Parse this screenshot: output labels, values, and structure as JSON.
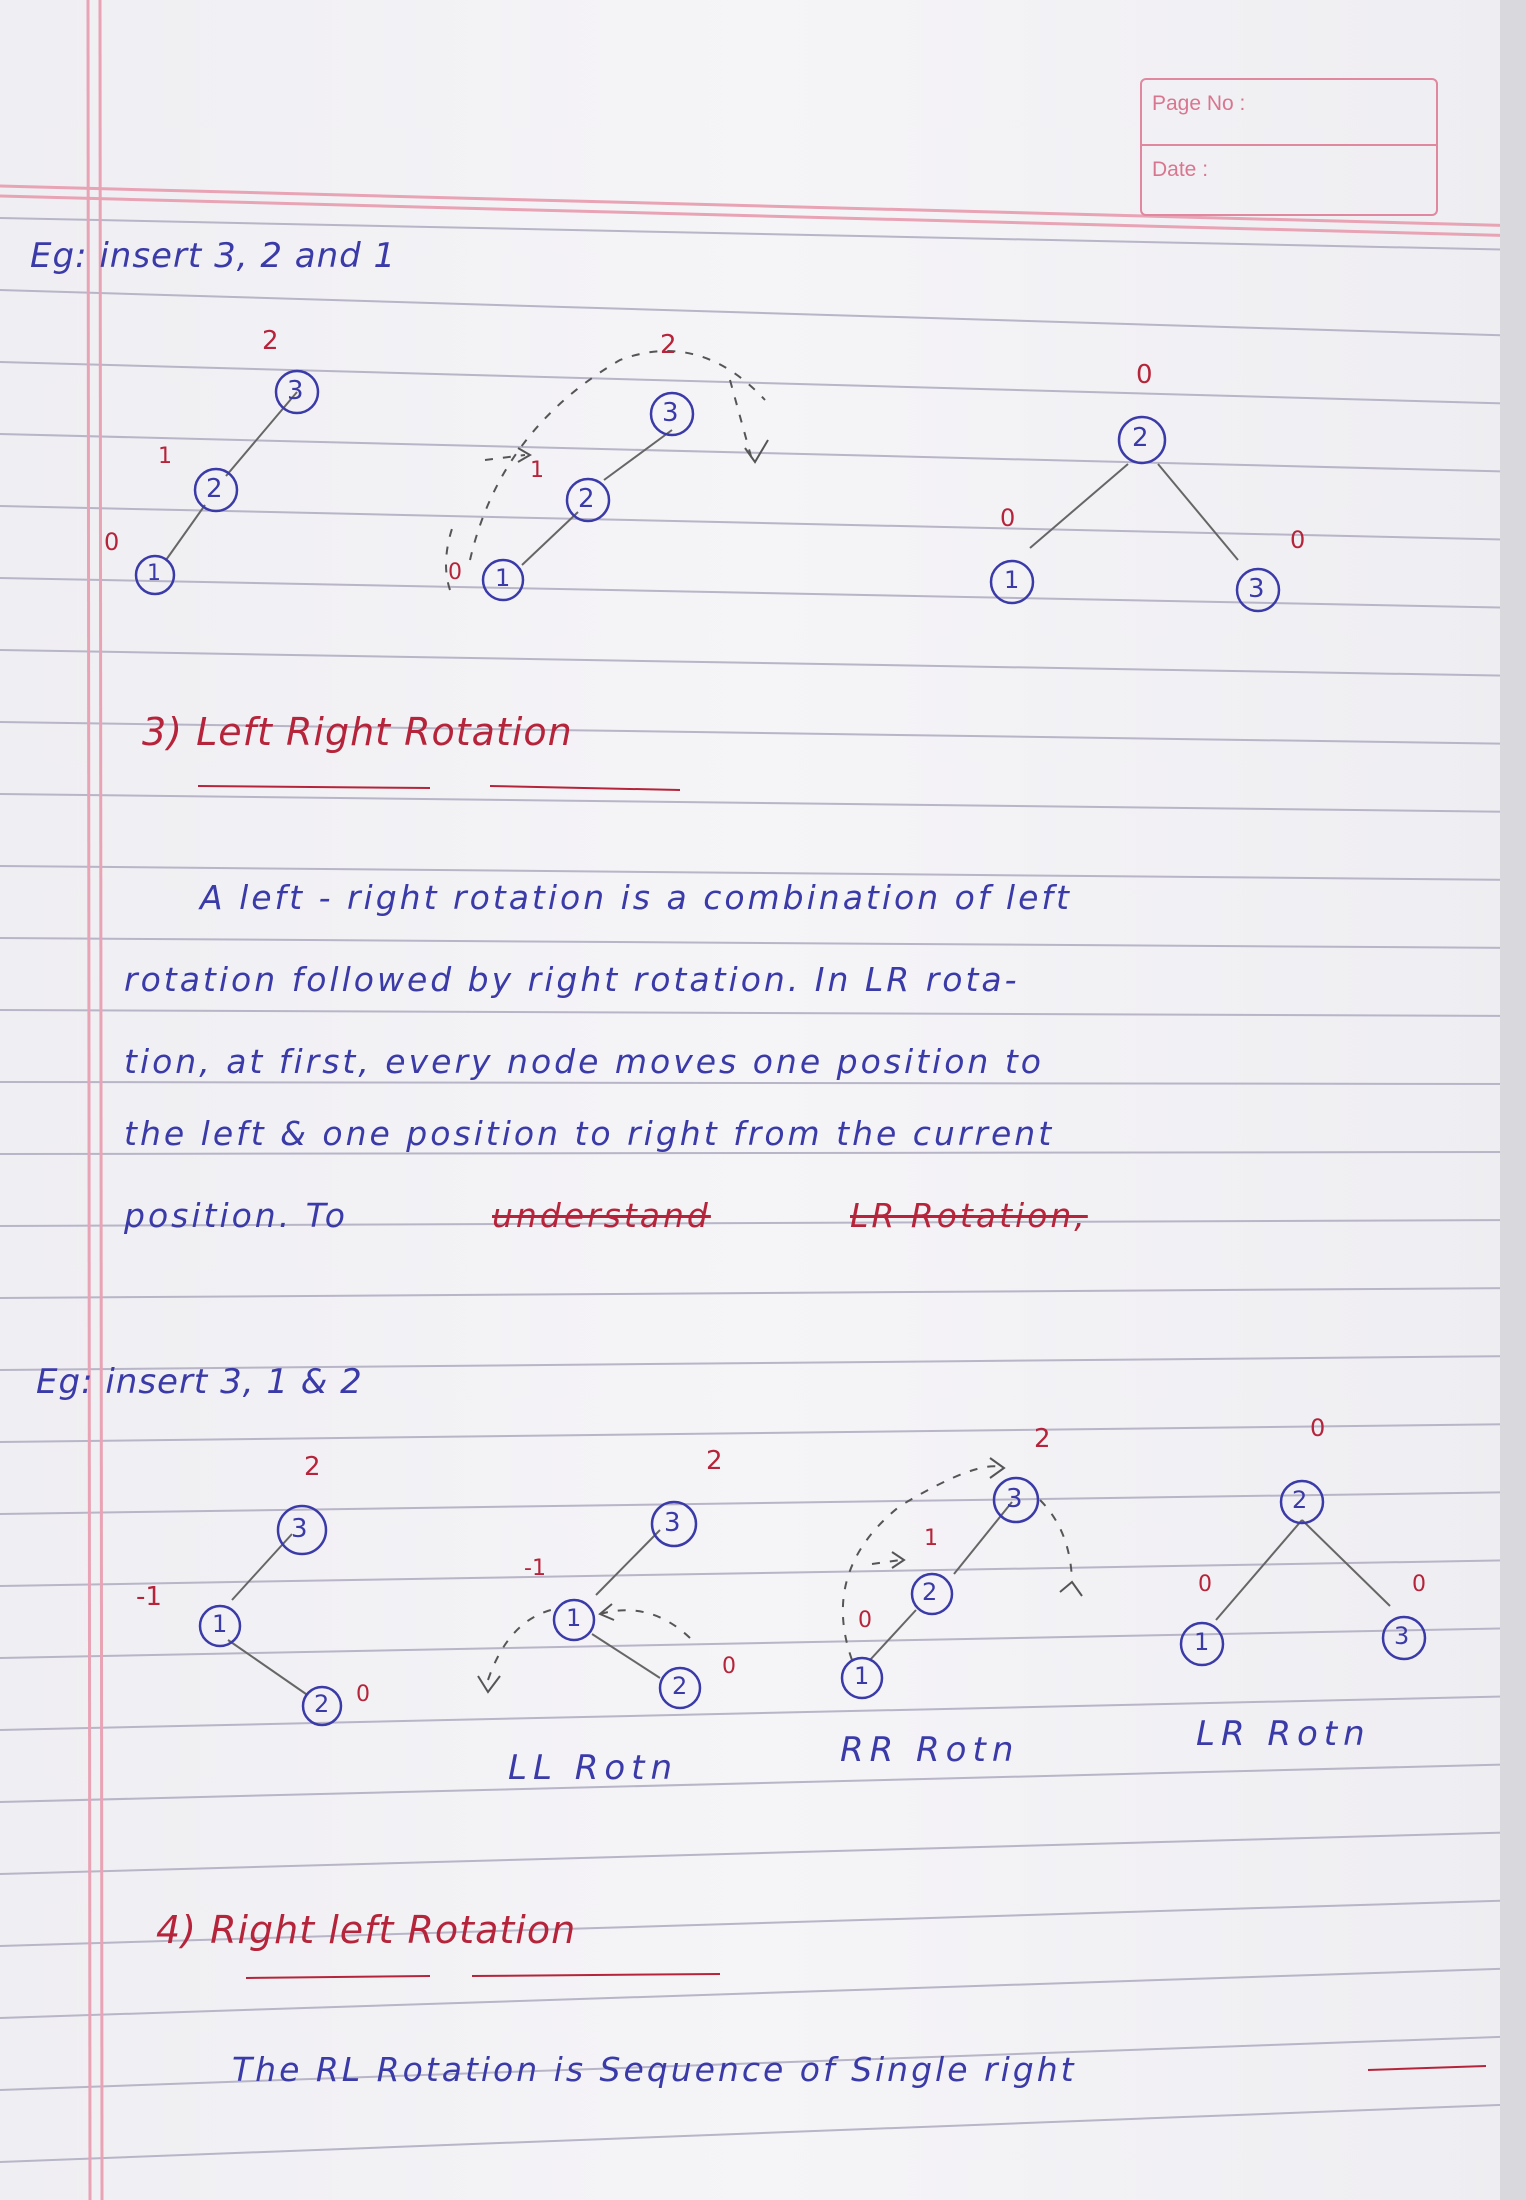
{
  "header": {
    "page_no_label": "Page No :",
    "date_label": "Date :"
  },
  "example1": {
    "title": "Eg: insert 3, 2 and 1",
    "tree_a": {
      "nodes": [
        "3",
        "2",
        "1"
      ],
      "balance": [
        "2",
        "1",
        "0"
      ]
    },
    "tree_b": {
      "nodes": [
        "3",
        "2",
        "1"
      ],
      "balance": [
        "2",
        "1",
        "0"
      ]
    },
    "tree_c": {
      "nodes": [
        "2",
        "1",
        "3"
      ],
      "balance": [
        "0",
        "0",
        "0"
      ]
    }
  },
  "section3": {
    "heading": "3) Left Right Rotation",
    "para_lines": [
      "A left - right rotation is a combination of left",
      "rotation followed by right rotation. In LR rota-",
      "tion, at first, every node moves one position to",
      "the left & one position to right from the current",
      "position. To"
    ],
    "struck_1": "understand",
    "struck_2": "LR Rotation,"
  },
  "example2": {
    "title": "Eg: insert 3, 1 & 2",
    "tree_a": {
      "nodes": [
        "3",
        "1",
        "2"
      ],
      "balance": [
        "2",
        "-1",
        "0"
      ]
    },
    "tree_b": {
      "nodes": [
        "3",
        "1",
        "2"
      ],
      "balance": [
        "2",
        "-1",
        "0"
      ]
    },
    "tree_c": {
      "nodes": [
        "3",
        "2",
        "1"
      ],
      "balance": [
        "2",
        "1",
        "0"
      ]
    },
    "tree_d": {
      "nodes": [
        "2",
        "1",
        "3"
      ],
      "balance": [
        "0",
        "0",
        "0"
      ]
    },
    "captions": [
      "LL Rotn",
      "RR Rotn",
      "LR Rotn"
    ]
  },
  "section4": {
    "heading": "4) Right left Rotation",
    "para_line": "The RL Rotation is Sequence of Single right"
  },
  "colors": {
    "blue_ink": "#3a3aa8",
    "red_ink": "#b5243a",
    "rule_line": "#b7b5c7",
    "margin_line": "#e8a3b5"
  }
}
